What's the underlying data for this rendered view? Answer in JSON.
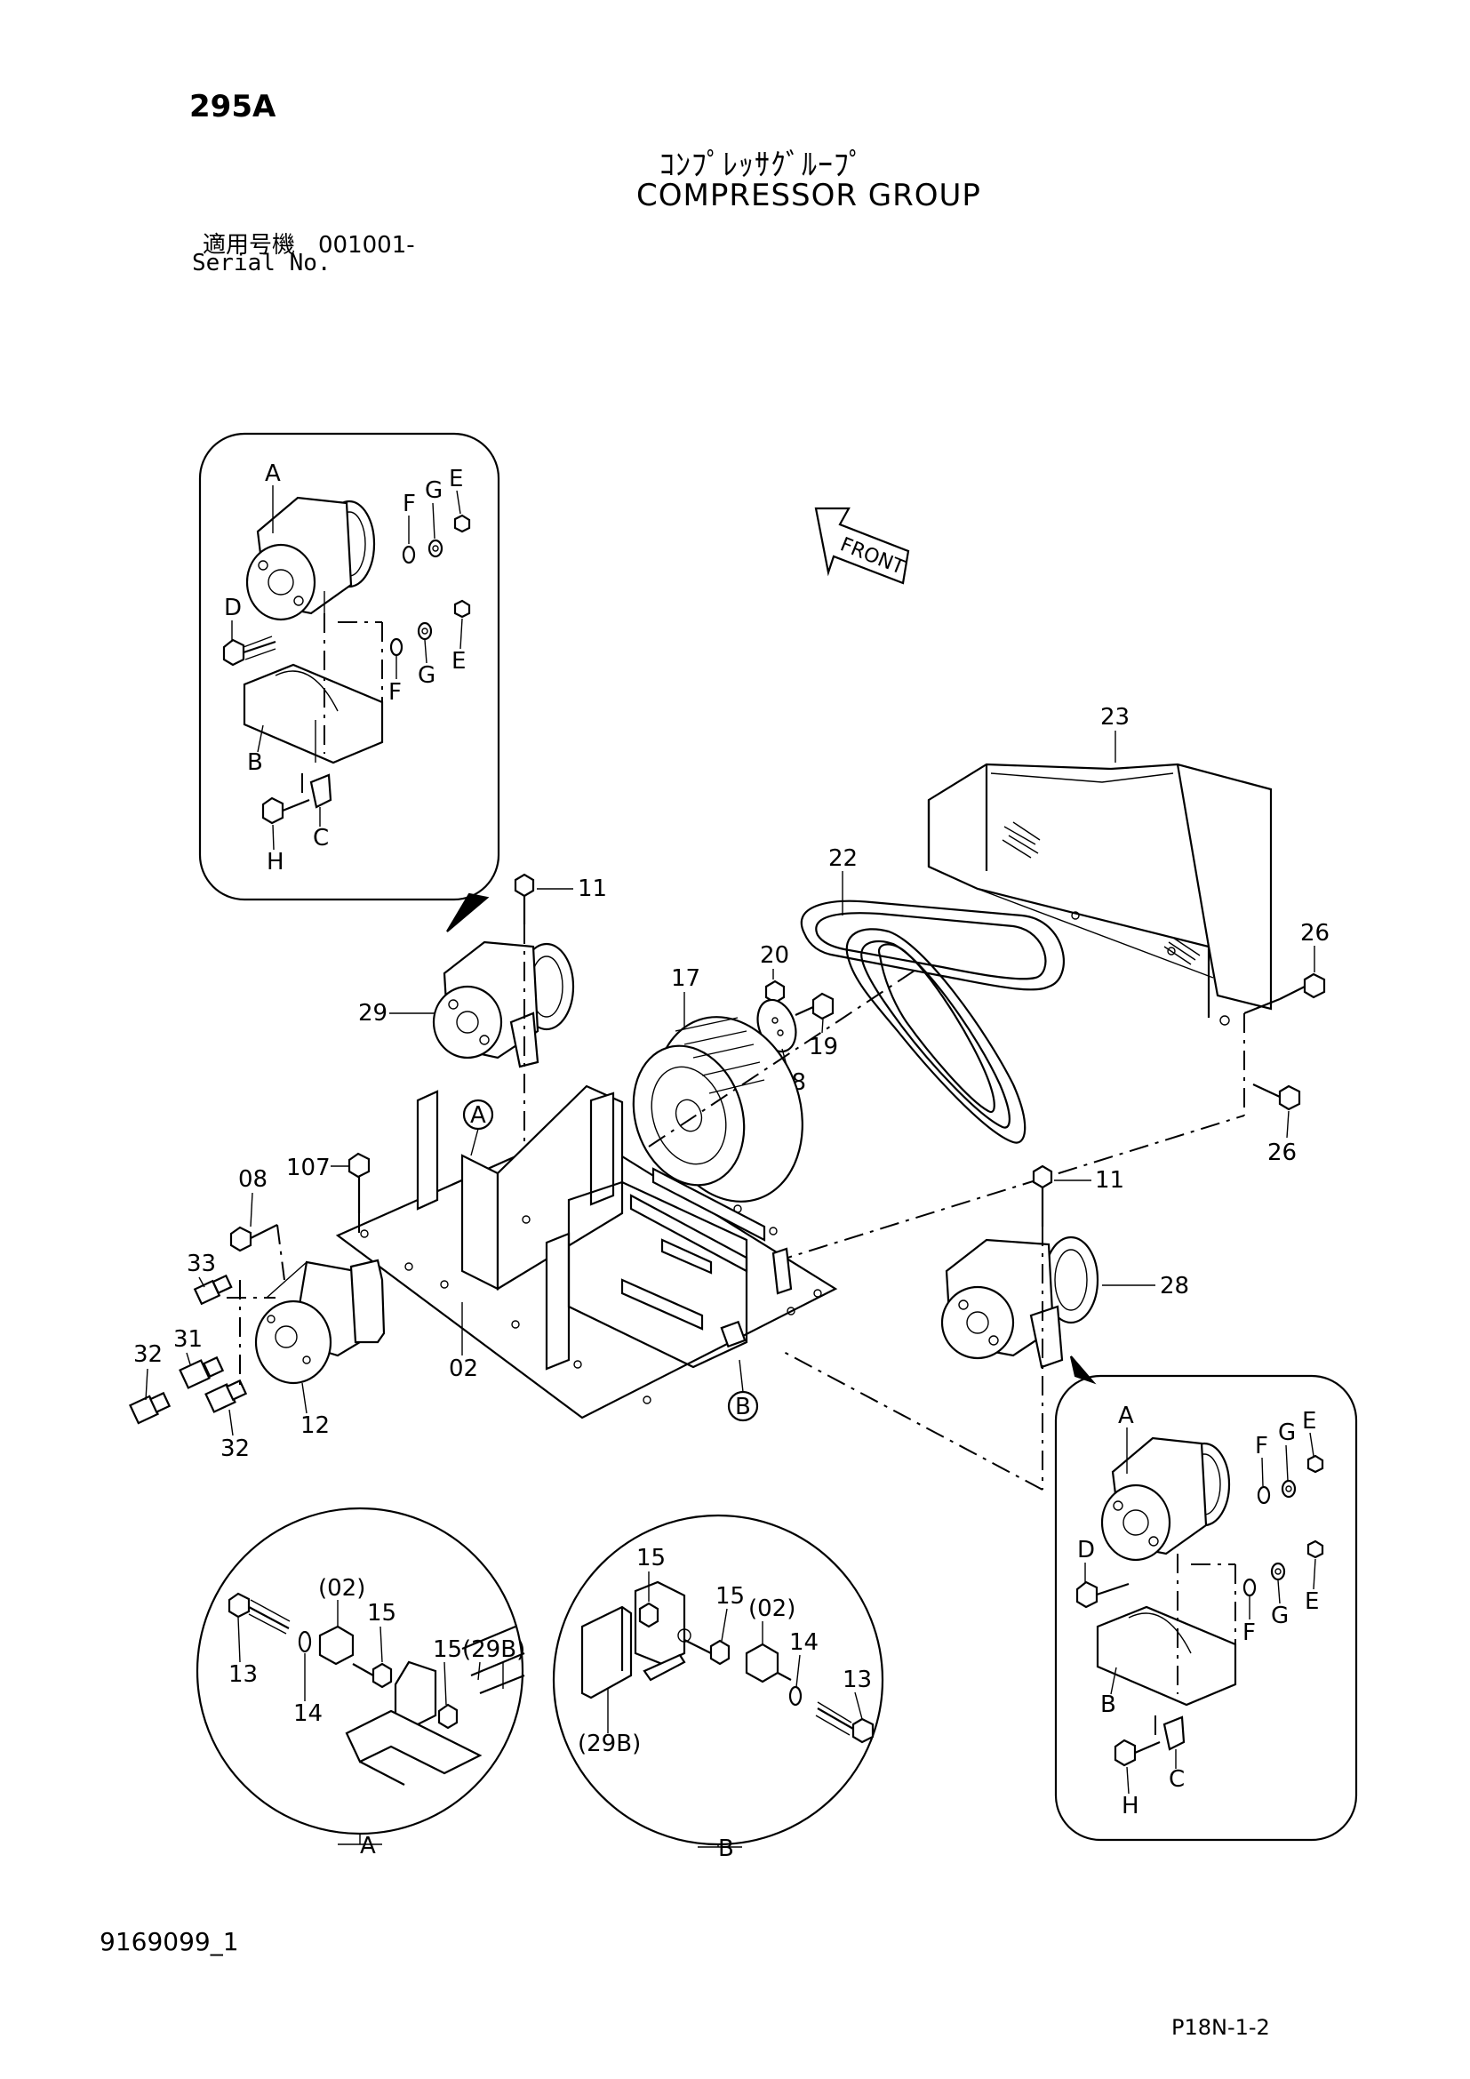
{
  "header": {
    "page_code": "295A",
    "title_jp": "ｺﾝﾌﾟﾚｯｻｸﾞﾙｰﾌﾟ",
    "title_en": "COMPRESSOR GROUP",
    "serial_jp": "適用号機　001001-",
    "serial_en": "Serial No."
  },
  "footer": {
    "doc_no": "9169099_1",
    "sheet_no": "P18N-1-2"
  },
  "diagram": {
    "front_label": "FRONT",
    "part_numbers": {
      "p23": "23",
      "p22": "22",
      "p26a": "26",
      "p26b": "26",
      "p20": "20",
      "p17": "17",
      "p19": "19",
      "p18": "18",
      "p11a": "11",
      "p11b": "11",
      "p29": "29",
      "p107": "107",
      "p08": "08",
      "p33": "33",
      "p31": "31",
      "p32a": "32",
      "p32b": "32",
      "p12": "12",
      "p02": "02",
      "p28": "28"
    },
    "callouts": {
      "circle_a": "A",
      "circle_b": "B"
    },
    "detail_left": {
      "A": "A",
      "D": "D",
      "F1": "F",
      "G1": "G",
      "E1": "E",
      "E2": "E",
      "G2": "G",
      "F2": "F",
      "B": "B",
      "C": "C",
      "H": "H"
    },
    "detail_right": {
      "A": "A",
      "F1": "F",
      "G1": "G",
      "E1": "E",
      "D": "D",
      "E2": "E",
      "G2": "G",
      "F2": "F",
      "B": "B",
      "C": "C",
      "H": "H"
    },
    "detail_a": {
      "label": "A",
      "p02": "(02)",
      "p15a": "15",
      "p15b": "15",
      "p29b": "(29B)",
      "p13": "13",
      "p14": "14"
    },
    "detail_b": {
      "label": "B",
      "p15a": "15",
      "p15b": "15",
      "p02": "(02)",
      "p14": "14",
      "p13": "13",
      "p29b": "(29B)"
    }
  }
}
